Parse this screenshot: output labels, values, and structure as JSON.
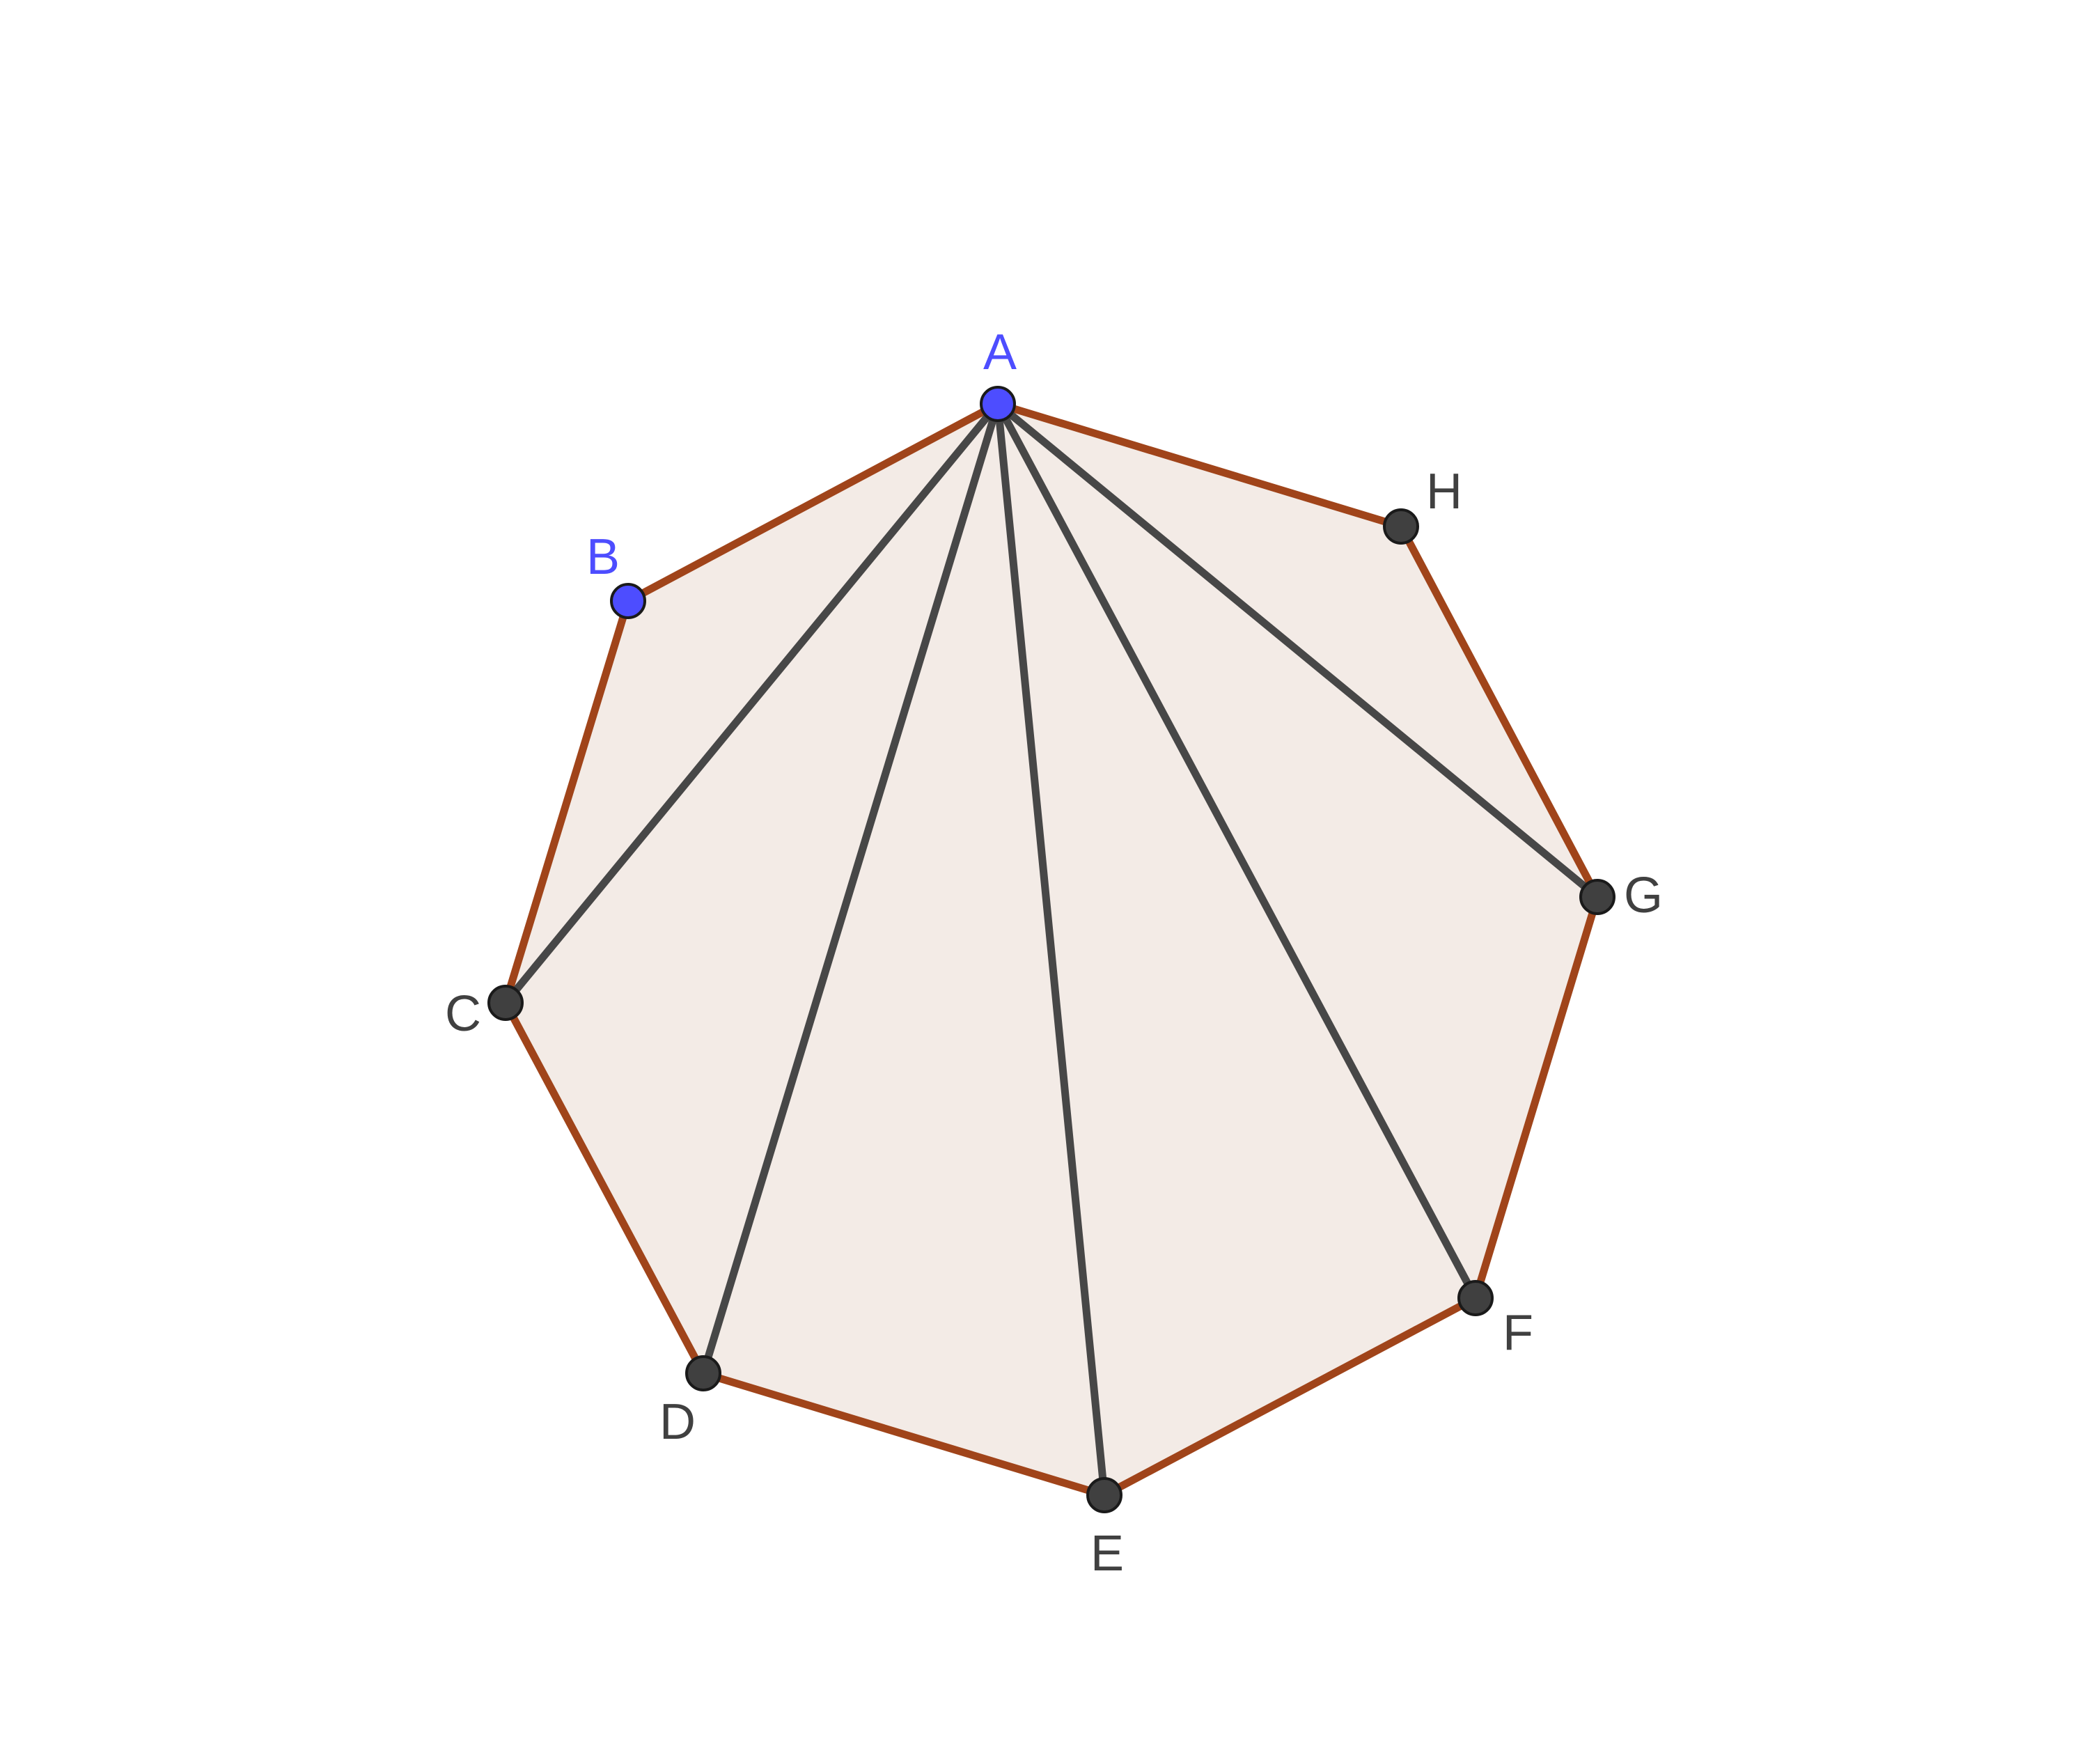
{
  "diagram": {
    "polygon_fill": "#f3ebe6",
    "edge_color": "#a0441a",
    "diagonal_color": "#474747",
    "free_point_color": "#4d4dff",
    "dependent_point_color": "#404040",
    "label_free_color": "#4d4dff",
    "label_dependent_color": "#404040",
    "vertices": [
      {
        "name": "A",
        "kind": "free"
      },
      {
        "name": "B",
        "kind": "free"
      },
      {
        "name": "C",
        "kind": "dependent"
      },
      {
        "name": "D",
        "kind": "dependent"
      },
      {
        "name": "E",
        "kind": "dependent"
      },
      {
        "name": "F",
        "kind": "dependent"
      },
      {
        "name": "G",
        "kind": "dependent"
      },
      {
        "name": "H",
        "kind": "dependent"
      }
    ],
    "edges": [
      [
        "A",
        "B"
      ],
      [
        "B",
        "C"
      ],
      [
        "C",
        "D"
      ],
      [
        "D",
        "E"
      ],
      [
        "E",
        "F"
      ],
      [
        "F",
        "G"
      ],
      [
        "G",
        "H"
      ],
      [
        "H",
        "A"
      ]
    ],
    "diagonals": [
      [
        "A",
        "C"
      ],
      [
        "A",
        "D"
      ],
      [
        "A",
        "E"
      ],
      [
        "A",
        "F"
      ],
      [
        "A",
        "G"
      ]
    ]
  }
}
